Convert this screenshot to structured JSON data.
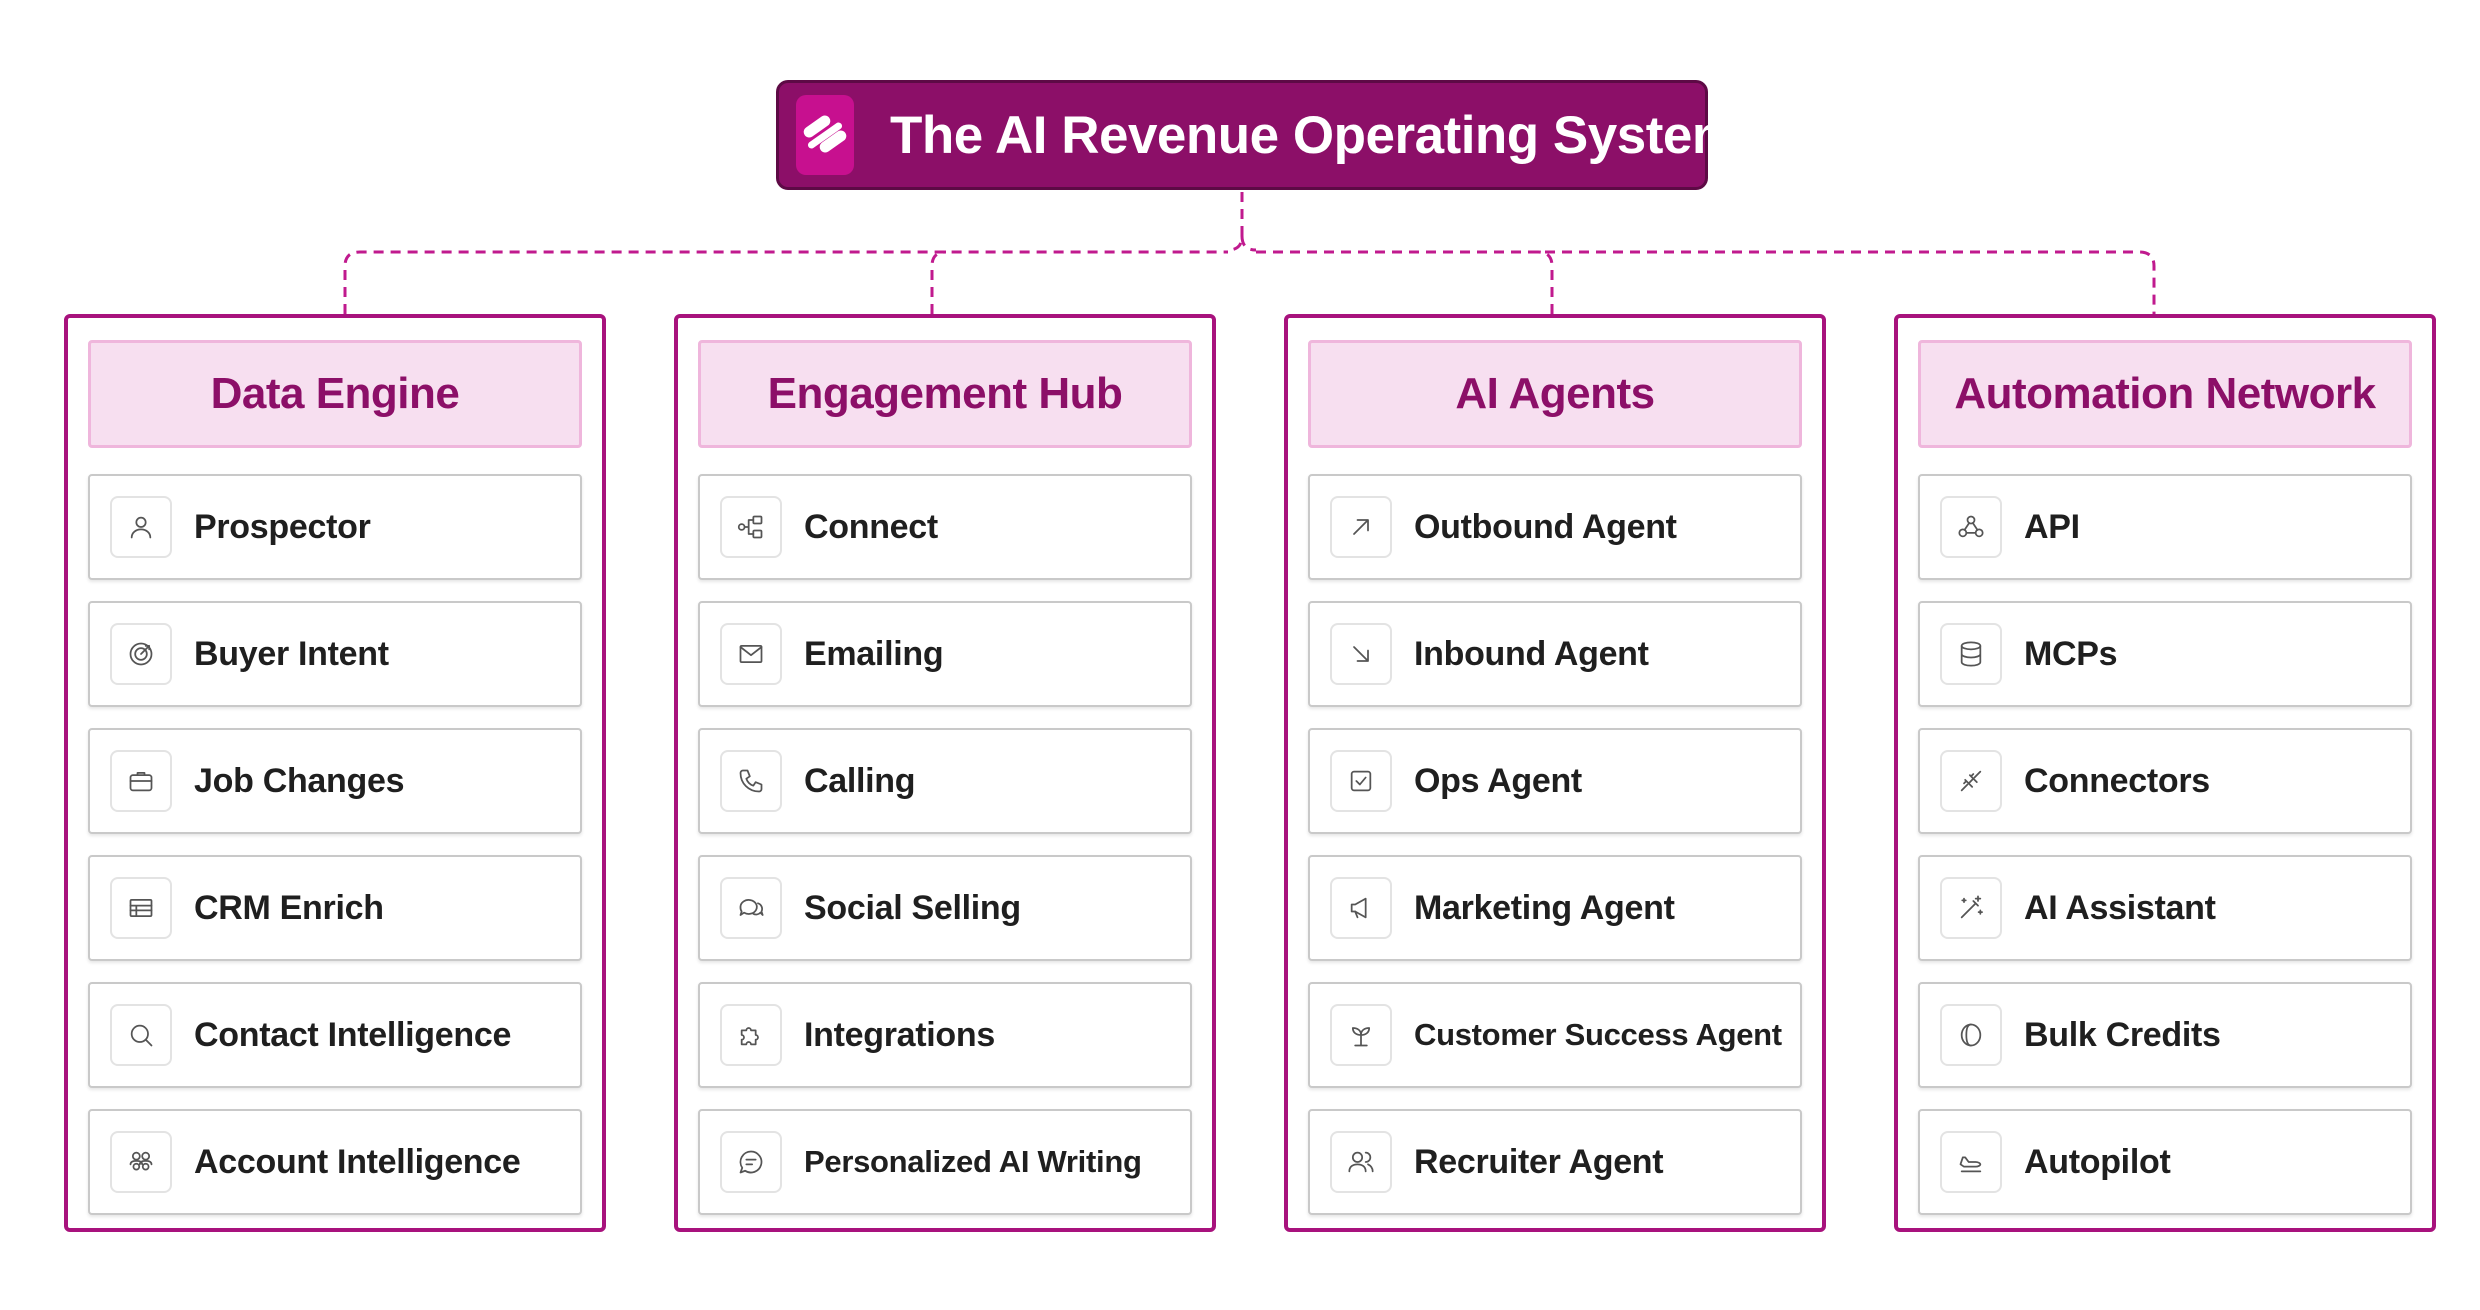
{
  "title": "The AI Revenue Operating System",
  "colors": {
    "brand_dark": "#8c0f68",
    "brand_logo": "#c7108f",
    "column_border": "#a8127d",
    "header_fill": "#f7dff0",
    "connector": "#c01a8e"
  },
  "columns": [
    {
      "header": "Data Engine",
      "items": [
        {
          "label": "Prospector",
          "icon": "user-icon"
        },
        {
          "label": "Buyer Intent",
          "icon": "target-icon"
        },
        {
          "label": "Job Changes",
          "icon": "briefcase-icon"
        },
        {
          "label": "CRM Enrich",
          "icon": "table-icon"
        },
        {
          "label": "Contact Intelligence",
          "icon": "search-icon"
        },
        {
          "label": "Account Intelligence",
          "icon": "users-group-icon"
        }
      ]
    },
    {
      "header": "Engagement Hub",
      "items": [
        {
          "label": "Connect",
          "icon": "workflow-icon"
        },
        {
          "label": "Emailing",
          "icon": "mail-icon"
        },
        {
          "label": "Calling",
          "icon": "phone-icon"
        },
        {
          "label": "Social Selling",
          "icon": "chat-bubbles-icon"
        },
        {
          "label": "Integrations",
          "icon": "puzzle-icon"
        },
        {
          "label": "Personalized AI Writing",
          "icon": "message-icon"
        }
      ]
    },
    {
      "header": "AI Agents",
      "items": [
        {
          "label": "Outbound Agent",
          "icon": "arrow-up-right-icon"
        },
        {
          "label": "Inbound Agent",
          "icon": "arrow-down-right-icon"
        },
        {
          "label": "Ops Agent",
          "icon": "checkbox-icon"
        },
        {
          "label": "Marketing Agent",
          "icon": "megaphone-icon"
        },
        {
          "label": "Customer Success Agent",
          "icon": "plant-icon"
        },
        {
          "label": "Recruiter Agent",
          "icon": "users-icon"
        }
      ]
    },
    {
      "header": "Automation Network",
      "items": [
        {
          "label": "API",
          "icon": "webhook-icon"
        },
        {
          "label": "MCPs",
          "icon": "database-icon"
        },
        {
          "label": "Connectors",
          "icon": "plug-icon"
        },
        {
          "label": "AI Assistant",
          "icon": "magic-wand-icon"
        },
        {
          "label": "Bulk Credits",
          "icon": "coin-icon"
        },
        {
          "label": "Autopilot",
          "icon": "airplane-icon"
        }
      ]
    }
  ]
}
